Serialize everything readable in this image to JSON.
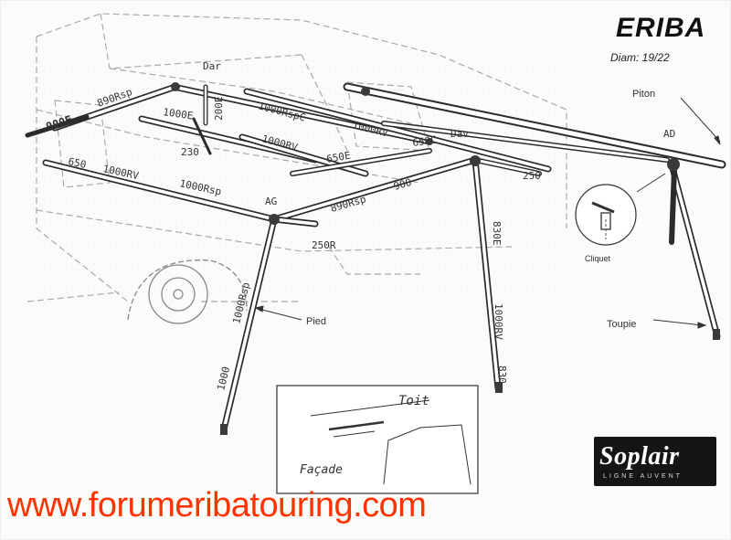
{
  "header": {
    "brand": "ERIBA",
    "diameter": "Diam: 19/22"
  },
  "callouts": {
    "piton": "Piton",
    "cliquet": "Cliquet",
    "toupie": "Toupie",
    "pied": "Pied"
  },
  "corner_labels": {
    "ar": "Dar",
    "av": "Dav",
    "ad": "AD",
    "ag": "AG"
  },
  "tube_labels": {
    "t890rsp_left": "890Rsp",
    "t900e": "900E",
    "t200e": "200E",
    "t1000e": "1000E",
    "t1000rspc": "1000RspC",
    "t230": "230",
    "t1000rv_mid": "1000RV",
    "t650e": "650E",
    "t1000rv_rear": "1000RV",
    "t650c": "650C",
    "t650_left": "650",
    "t1000rv_left": "1000RV",
    "t1000rsp_left": "1000Rsp",
    "t900": "900",
    "t890rsp_front": "890Rsp",
    "t250": "250",
    "t250r": "250R",
    "t830e": "830E",
    "t1000rsp_leg": "1000Rsp",
    "t1000": "1000",
    "t1000rv_leg": "1000RV",
    "t830": "830"
  },
  "inset": {
    "toit": "Toit",
    "facade": "Façade"
  },
  "logo": {
    "name": "Soplair",
    "tagline": "LIGNE AUVENT"
  },
  "footer": {
    "site_url": "www.forumeribatouring.com"
  }
}
